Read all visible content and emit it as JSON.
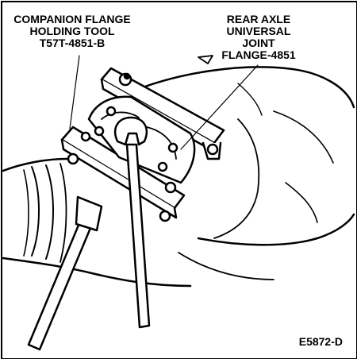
{
  "labels": {
    "tool": {
      "line1": "COMPANION FLANGE",
      "line2": "HOLDING TOOL",
      "line3": "T57T-4851-B"
    },
    "flange": {
      "line1": "REAR AXLE",
      "line2": "UNIVERSAL",
      "line3": "JOINT",
      "line4": "FLANGE-4851"
    },
    "figure_id": "E5872-D"
  }
}
